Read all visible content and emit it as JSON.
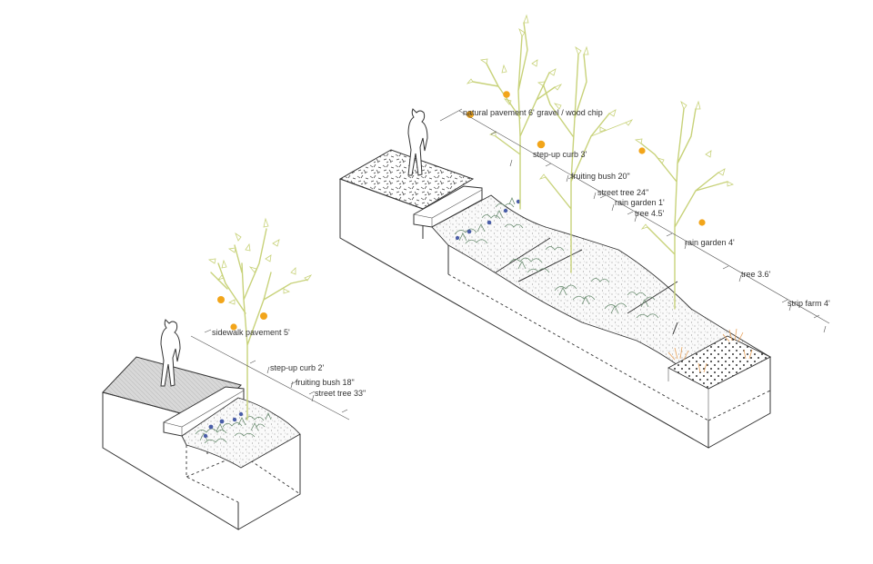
{
  "palette": {
    "line": "#333333",
    "tree": "#c8d27a",
    "fruit": "#f2a51a",
    "berry": "#4a5ea8",
    "plant": "#6a8c70",
    "strip_farm": "#e8a35c",
    "paving": "#cccccc"
  },
  "left_section": {
    "labels": [
      {
        "id": "sidewalk-pavement",
        "text": "sidewalk pavement 5'"
      },
      {
        "id": "step-up-curb",
        "text": "step-up curb 2'"
      },
      {
        "id": "fruiting-bush",
        "text": "fruiting bush 18\""
      },
      {
        "id": "street-tree",
        "text": "street tree 33\""
      }
    ]
  },
  "right_section": {
    "labels": [
      {
        "id": "natural-pavement",
        "text": "natural pavement 6' gravel / wood chip"
      },
      {
        "id": "step-up-curb",
        "text": "step-up curb 3'"
      },
      {
        "id": "fruiting-bush",
        "text": "fruiting bush 20\""
      },
      {
        "id": "street-tree",
        "text": "street tree 24\""
      },
      {
        "id": "rain-garden-1",
        "text": "rain garden 1'"
      },
      {
        "id": "tree-1",
        "text": "tree 4.5'"
      },
      {
        "id": "rain-garden-2",
        "text": "rain garden 4'"
      },
      {
        "id": "tree-2",
        "text": "tree 3.6'"
      },
      {
        "id": "strip-farm",
        "text": "strip farm 4'"
      }
    ]
  }
}
